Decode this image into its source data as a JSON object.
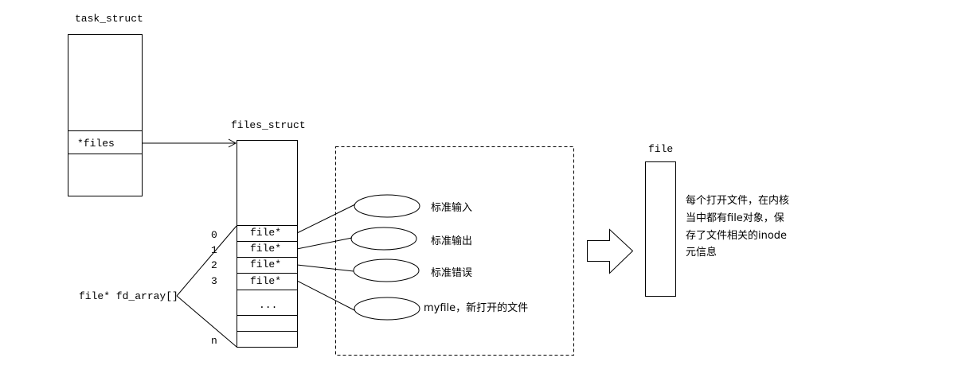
{
  "task_struct": {
    "title": "task_struct",
    "files_field": "*files"
  },
  "files_struct": {
    "title": "files_struct",
    "cells": [
      "file*",
      "file*",
      "file*",
      "file*",
      "..."
    ],
    "indices": [
      "0",
      "1",
      "2",
      "3",
      "n"
    ]
  },
  "fd_array_label": "file* fd_array[]",
  "open_files": {
    "items": [
      "标准输入",
      "标准输出",
      "标准错误",
      "myfile，新打开的文件"
    ]
  },
  "file_object": {
    "title": "file",
    "description_lines": [
      "每个打开文件，在内核",
      "当中都有file对象，保",
      "存了文件相关的inode",
      "元信息"
    ]
  }
}
